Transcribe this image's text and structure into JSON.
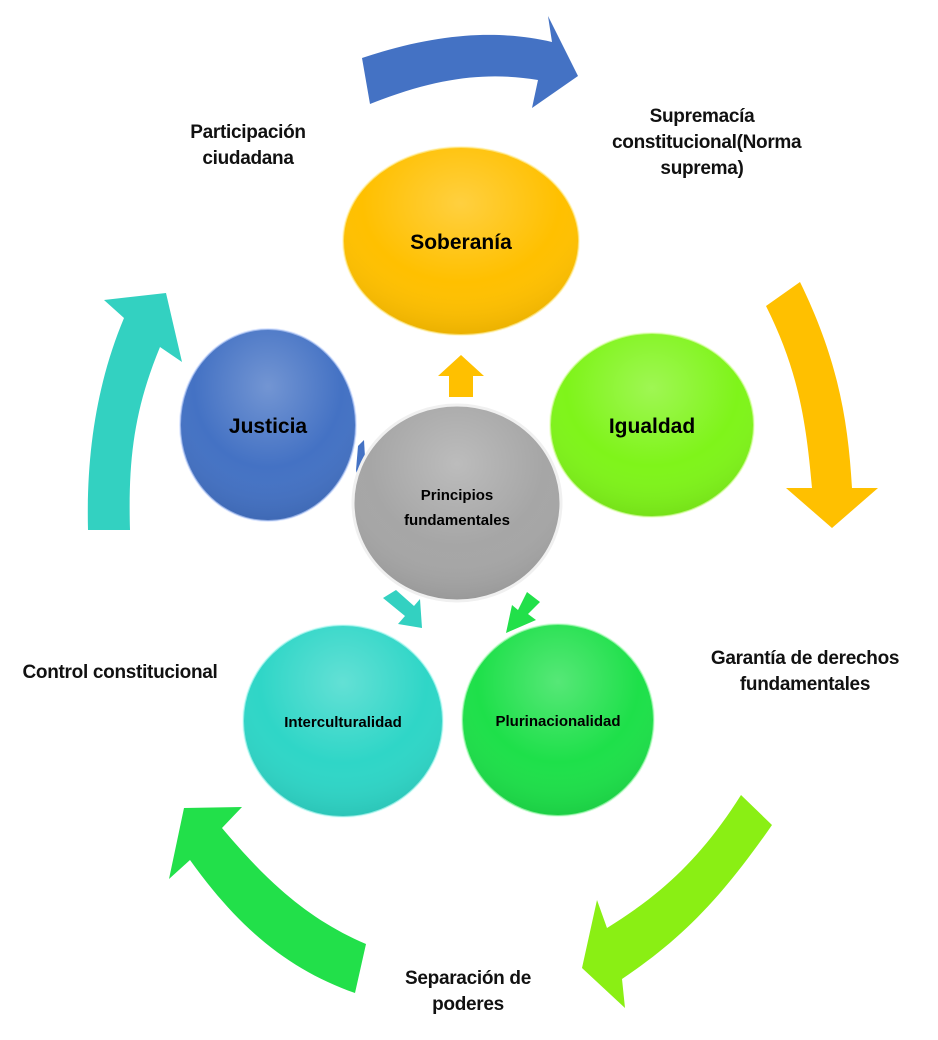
{
  "diagram": {
    "center": {
      "lines": [
        "Principios",
        "fundamentales"
      ],
      "color": "#a6a6a6"
    },
    "nodes": [
      {
        "id": "soberania",
        "label": "Soberanía",
        "color": "#ffc000"
      },
      {
        "id": "igualdad",
        "label": "Igualdad",
        "color": "#7ff41a"
      },
      {
        "id": "plurinacionalidad",
        "label": "Plurinacionalidad",
        "color": "#1ee04a"
      },
      {
        "id": "interculturalidad",
        "label": "Interculturalidad",
        "color": "#2fd6c7"
      },
      {
        "id": "justicia",
        "label": "Justicia",
        "color": "#4472c4"
      }
    ],
    "outer_labels": {
      "supremacia": [
        "Supremacía",
        "constitucional(Norma",
        "suprema)"
      ],
      "garantia": [
        "Garantía de derechos",
        "fundamentales"
      ],
      "separacion": [
        "Separación de",
        "poderes"
      ],
      "control": [
        "Control constitucional"
      ],
      "participacion": [
        "Participación",
        "ciudadana"
      ]
    },
    "cycle_arrow_colors": {
      "top": "#4472c4",
      "right": "#ffc000",
      "bottom_right": "#8aef14",
      "bottom_left": "#22e04a",
      "left": "#33d1c1"
    }
  }
}
